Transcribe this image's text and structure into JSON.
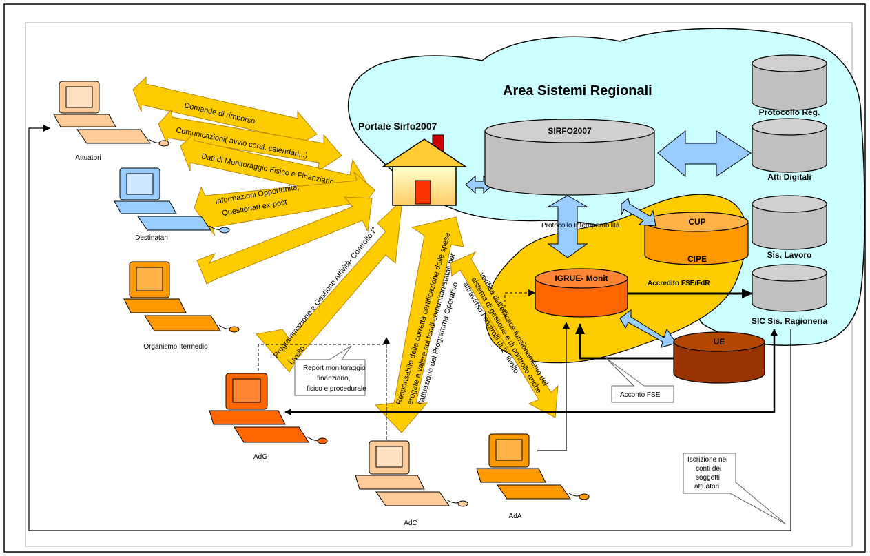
{
  "area_title": "Area Sistemi Regionali",
  "portal_label": "Portale Sirfo2007",
  "databases": {
    "sirfo": "SIRFO2007",
    "protocollo": "Protocollo Reg.",
    "atti": "Atti Digitali",
    "lavoro": "Sis. Lavoro",
    "ragioneria": "SIC Sis. Ragioneria",
    "cup": "CUP",
    "cipe": "CIPE",
    "igrue": "IGRUE- Monit",
    "ue": "UE"
  },
  "computers": {
    "attuatori": "Attuatori",
    "destinatari": "Destinatari",
    "organismo": "Organismo Itermedio",
    "adg": "AdG",
    "adc": "AdC",
    "ada": "AdA"
  },
  "arrows": {
    "domande": "Domande di rimborso",
    "comunicazioni": "Comunicazioni( avvio corsi, calendari,..)",
    "dati": "Dati di Monitoraggio Fisico e Finanziario",
    "info_1": "Informazioni Opportunità,",
    "info_2": "Questionari ex-post",
    "prog_1": "Programmazione e Gestione Attività- Controllo I°",
    "prog_2": "Livello",
    "resp_1": "Responsabile della corretta certificazione delle spese",
    "resp_2": "erogate a valere sui fondi comunitari/statali per",
    "resp_3": "l'attuazione del Programma Operativo",
    "verifica_1": "verifica dell'efficace funzionamento del",
    "verifica_2": "sistema di gestione e di controllo anche",
    "verifica_3": "attraverso i controlli di 2° livello"
  },
  "connectors": {
    "protocollo_interop": "Protocollo Interoperabilità",
    "accredito": "Accredito FSE/FdR"
  },
  "callouts": {
    "report_1": "Report monitoraggio",
    "report_2": "finanziario,",
    "report_3": "fisico e procedurale",
    "acconto": "Acconto FSE",
    "iscrizione_1": "Iscrizione nei",
    "iscrizione_2": "conti dei",
    "iscrizione_3": "soggetti",
    "iscrizione_4": "attuatori"
  },
  "colors": {
    "area_fill": "#ccffff",
    "inner_area_fill": "#ffcc00",
    "arrow_yellow": "#ffcc00",
    "arrow_blue": "#99ccff",
    "db_grey": "#c0c0c0",
    "db_orange": "#ff9900",
    "db_red": "#ff6600",
    "db_brown": "#993300",
    "pc_peach": "#ffcc99",
    "pc_blue": "#99ccff",
    "pc_orange": "#ff9900",
    "pc_darkorange": "#ff6600"
  }
}
